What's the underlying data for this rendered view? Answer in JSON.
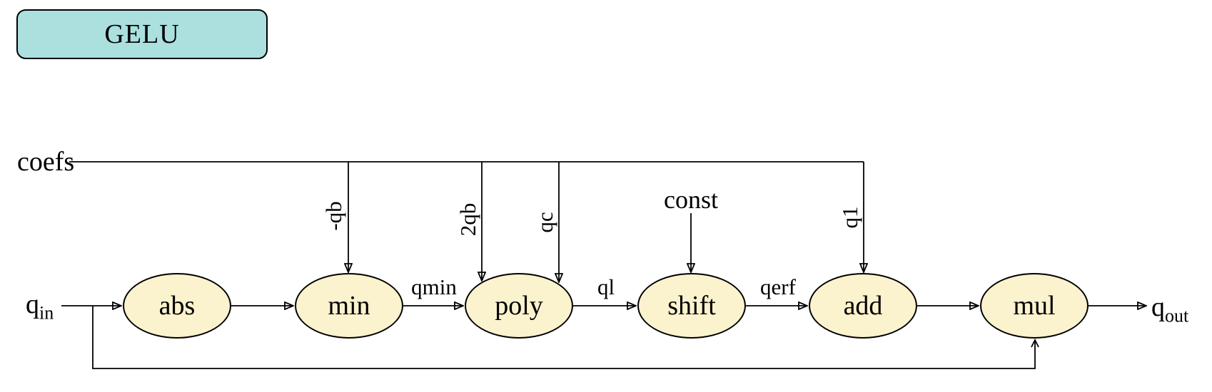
{
  "diagram": {
    "title": "GELU",
    "coefs_label": "coefs",
    "const_label": "const",
    "input": {
      "base": "q",
      "sub": "in"
    },
    "output": {
      "base": "q",
      "sub": "out"
    },
    "nodes": [
      {
        "id": "abs",
        "label": "abs"
      },
      {
        "id": "min",
        "label": "min"
      },
      {
        "id": "poly",
        "label": "poly"
      },
      {
        "id": "shift",
        "label": "shift"
      },
      {
        "id": "add",
        "label": "add"
      },
      {
        "id": "mul",
        "label": "mul"
      }
    ],
    "coef_drops": [
      {
        "label": "-qb",
        "target": "min"
      },
      {
        "label": "2qb",
        "target": "poly"
      },
      {
        "label": "qc",
        "target": "poly"
      },
      {
        "label": "q1",
        "target": "add"
      }
    ],
    "edge_labels": [
      {
        "label": "qmin",
        "from": "min",
        "to": "poly"
      },
      {
        "label": "ql",
        "from": "poly",
        "to": "shift"
      },
      {
        "label": "qerf",
        "from": "shift",
        "to": "add"
      }
    ],
    "colors": {
      "title_fill": "#abe0df",
      "node_fill": "#fbf2ce",
      "stroke": "#000000",
      "background": "#ffffff"
    }
  }
}
